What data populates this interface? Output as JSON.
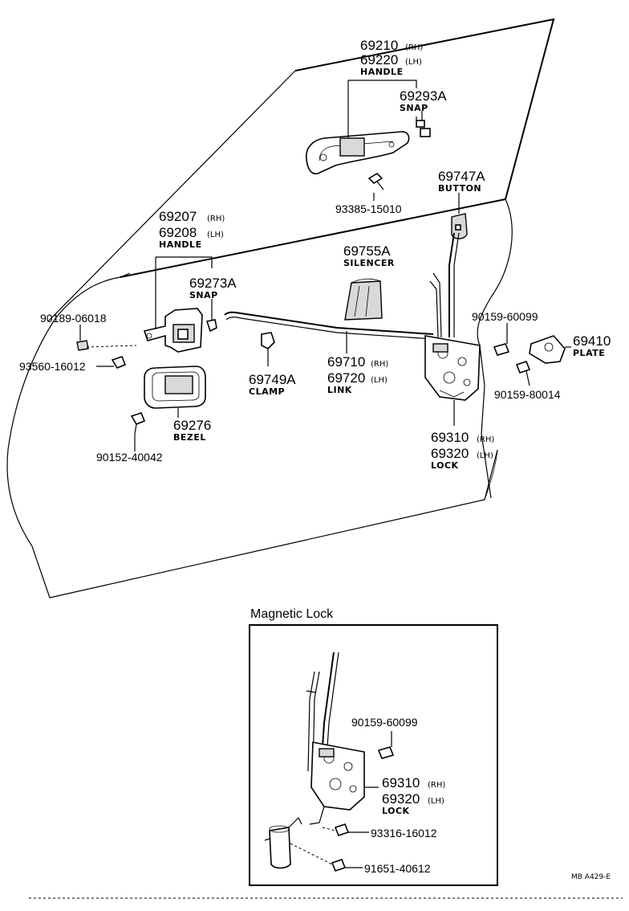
{
  "parts": {
    "p69210": {
      "num": "69210",
      "sub": "(RH)"
    },
    "p69220": {
      "num": "69220",
      "sub": "(LH)",
      "name": "HANDLE"
    },
    "p69293a": {
      "num": "69293A",
      "name": "SNAP"
    },
    "p93385": {
      "num": "93385-15010"
    },
    "p69747a": {
      "num": "69747A",
      "name": "BUTTON"
    },
    "p69207": {
      "num": "69207",
      "sub": "(RH)"
    },
    "p69208": {
      "num": "69208",
      "sub": "(LH)",
      "name": "HANDLE"
    },
    "p69273a": {
      "num": "69273A",
      "name": "SNAP"
    },
    "p69755a": {
      "num": "69755A",
      "name": "SILENCER"
    },
    "p90189": {
      "num": "90189-06018"
    },
    "p93560": {
      "num": "93560-16012"
    },
    "p90159a": {
      "num": "90159-60099"
    },
    "p69410": {
      "num": "69410",
      "name": "PLATE"
    },
    "p90159b": {
      "num": "90159-80014"
    },
    "p69710": {
      "num": "69710",
      "sub": "(RH)"
    },
    "p69720": {
      "num": "69720",
      "sub": "(LH)",
      "name": "LINK"
    },
    "p69749a": {
      "num": "69749A",
      "name": "CLAMP"
    },
    "p69276": {
      "num": "69276",
      "name": "BEZEL"
    },
    "p90152": {
      "num": "90152-40042"
    },
    "p69310": {
      "num": "69310",
      "sub": "(RH)"
    },
    "p69320": {
      "num": "69320",
      "sub": "(LH)",
      "name": "LOCK"
    }
  },
  "inset": {
    "title": "Magnetic Lock",
    "p90159": {
      "num": "90159-60099"
    },
    "p69310": {
      "num": "69310",
      "sub": "(RH)"
    },
    "p69320": {
      "num": "69320",
      "sub": "(LH)",
      "name": "LOCK"
    },
    "p93316": {
      "num": "93316-16012"
    },
    "p91651": {
      "num": "91651-40612"
    }
  },
  "drawing_code": "MB  A429-E"
}
